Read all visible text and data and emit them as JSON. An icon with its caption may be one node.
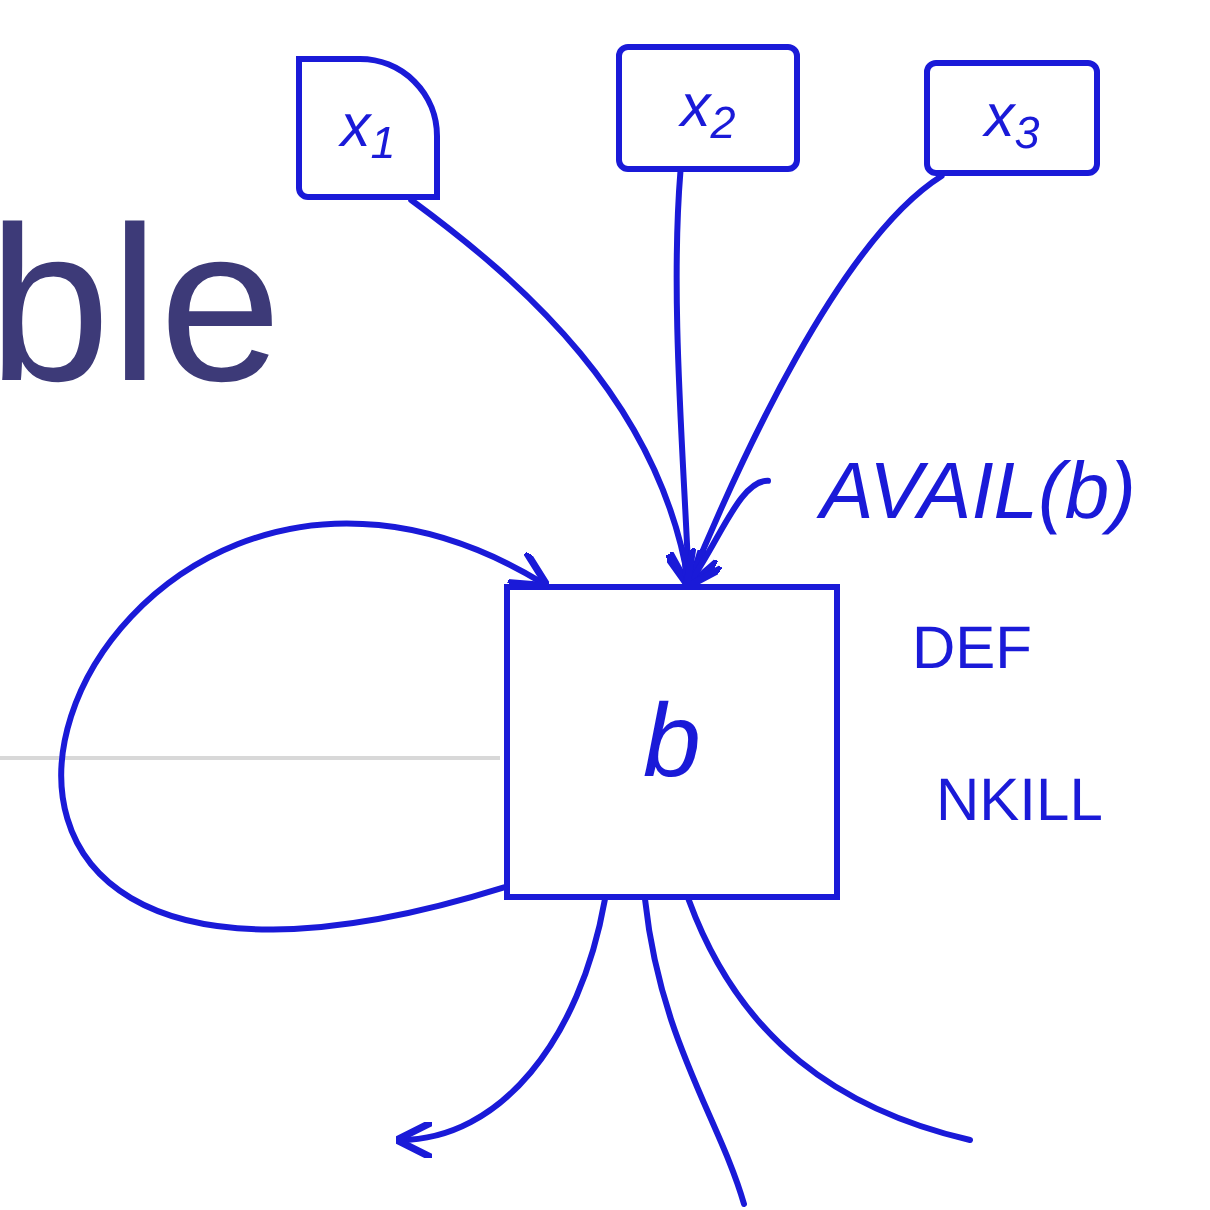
{
  "diagram": {
    "nodes": [
      {
        "text": [
          "x$_{1}$"
        ]
      },
      {
        "text": [
          "x$_{2}$"
        ]
      },
      {
        "text": [
          "x$_{3}$"
        ]
      },
      {
        "text": [
          "b"
        ],
        "beside": [
          "DEF",
          "NKILL"
        ]
      },
      {
        "text": [
          "AVAIL(b)"
        ]
      }
    ],
    "edges": [
      {
        "from": 0,
        "to": 3,
        "arrow": "to"
      },
      {
        "from": 1,
        "to": 3,
        "arrow": "to"
      },
      {
        "from": 2,
        "to": 3,
        "arrow": "to"
      },
      {
        "from": 3,
        "to": 3,
        "arrow": "to"
      },
      {
        "from": 4,
        "to": 3,
        "arrow": "to"
      },
      {
        "from": 3,
        "to": null,
        "arrow": "to"
      },
      {
        "from": 3,
        "to": null,
        "arrow": "none"
      },
      {
        "from": 3,
        "to": null,
        "arrow": "none"
      }
    ],
    "labels": [
      "ble"
    ]
  }
}
